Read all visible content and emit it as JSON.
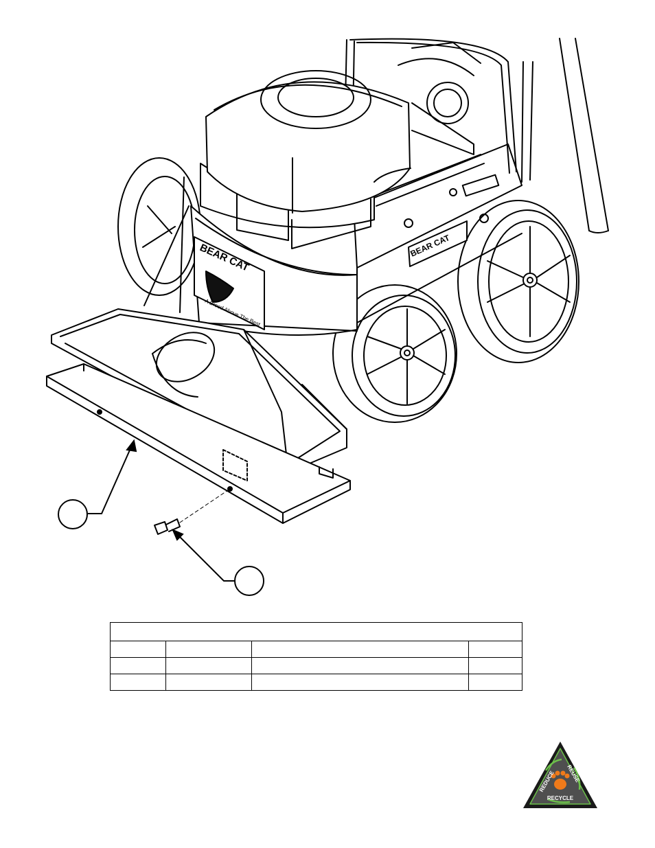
{
  "drawing": {
    "icon": "vacuum-engine-assembly-drawing",
    "brand_decal": "BEAR CAT",
    "tagline": "A Breed Above The Best",
    "callouts": [
      "",
      ""
    ]
  },
  "parts_table": {
    "title": "",
    "rows": [
      [
        "",
        "",
        "",
        ""
      ],
      [
        "",
        "",
        "",
        ""
      ],
      [
        "",
        "",
        "",
        ""
      ]
    ]
  },
  "recycle_logo": {
    "words": [
      "REDUCE",
      "REUSE",
      "RECYCLE"
    ],
    "colors": {
      "outer": "#1a1a1a",
      "inner": "#4f4f4f",
      "arrows": "#6cc04a",
      "paw": "#f07a1a"
    }
  }
}
